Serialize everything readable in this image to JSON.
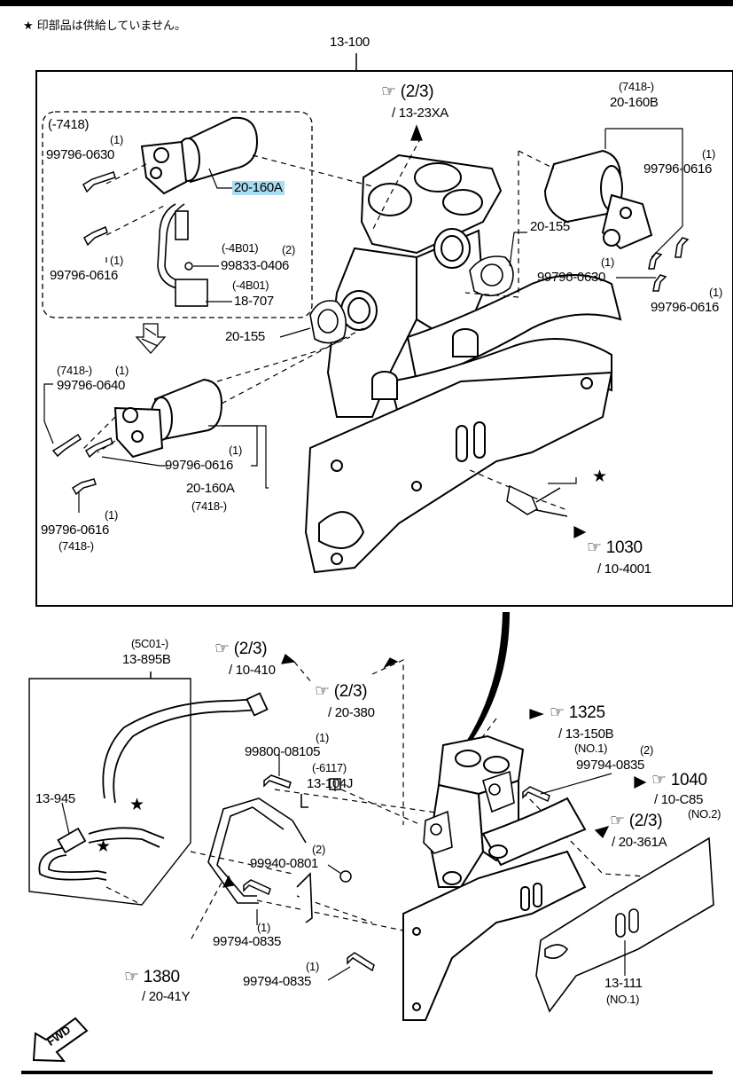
{
  "header": {
    "note": "★  印部品は供給していません。",
    "assembly_no": "13-100"
  },
  "callouts": {
    "r13_23xa": {
      "sheet": "(2/3)",
      "ref": "/ 13-23XA"
    },
    "r1030": {
      "sheet": "1030",
      "ref": "/ 10-4001"
    },
    "r10_410": {
      "sheet": "(2/3)",
      "ref": "/ 10-410"
    },
    "r20_380": {
      "sheet": "(2/3)",
      "ref": "/ 20-380"
    },
    "r1325": {
      "sheet": "1325",
      "ref": "/ 13-150B",
      "sub": "(NO.1)"
    },
    "r1040": {
      "sheet": "1040",
      "ref": "/ 10-C85",
      "sub": "(NO.2)"
    },
    "r20_361a": {
      "sheet": "(2/3)",
      "ref": "/ 20-361A"
    },
    "r1380": {
      "sheet": "1380",
      "ref": "/ 20-41Y"
    }
  },
  "upper_labels": {
    "inset_code": "(-7418)",
    "q1a": "(1)",
    "p99796_0630_a": "99796-0630",
    "p20_160A_hl": "20-160A",
    "q1b": "(1)",
    "p99796_0616_a": "99796-0616",
    "c4b01_a": "(-4B01)",
    "q2a": "(2)",
    "p99833_0406": "99833-0406",
    "c4b01_b": "(-4B01)",
    "p18_707": "18-707",
    "p20_155_left": "20-155",
    "p20_155_right": "20-155",
    "c7418_r": "(7418-)",
    "p20_160B": "20-160B",
    "q1c": "(1)",
    "p99796_0616_r1": "99796-0616",
    "q1d": "(1)",
    "p99796_0630_r": "99796-0630",
    "q1e": "(1)",
    "p99796_0616_r2": "99796-0616",
    "c7418_l": "(7418-)",
    "q1f": "(1)",
    "p99796_0640": "99796-0640",
    "q1g": "(1)",
    "p99796_0616_m": "99796-0616",
    "p20_160A_b": "20-160A",
    "c7418_b": "(7418-)",
    "q1h": "(1)",
    "p99796_0616_b": "99796-0616",
    "c7418_bb": "(7418-)",
    "star": "★"
  },
  "lower_labels": {
    "c5c01": "(5C01-)",
    "p13_895B": "13-895B",
    "p13_945": "13-945",
    "star1": "★",
    "star2": "★",
    "q1i": "(1)",
    "p99800_08105": "99800-08105",
    "c6117": "(-6117)",
    "p13_104J": "13-104J",
    "q2b": "(2)",
    "p99940_0801": "99940-0801",
    "p99794_0835_a": "99794-0835",
    "q1j": "(1)",
    "q2c": "(2)",
    "p99794_0835_r": "99794-0835",
    "q1k": "(1)",
    "p99794_0835_b": "99794-0835",
    "p13_111": "13-111",
    "no1": "(NO.1)",
    "fwd": "FWD"
  }
}
